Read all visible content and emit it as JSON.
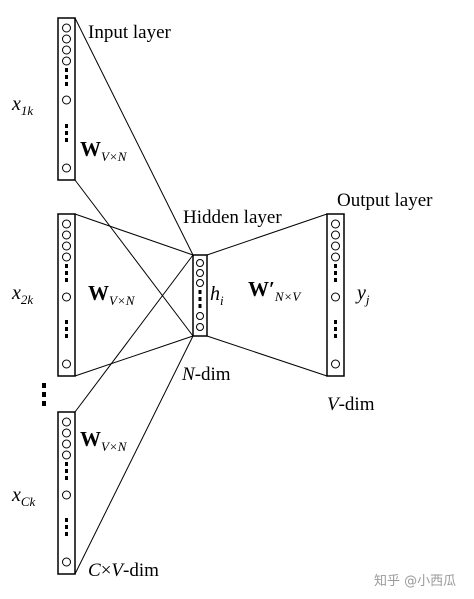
{
  "labels": {
    "input_layer": "Input layer",
    "hidden_layer": "Hidden layer",
    "output_layer": "Output layer",
    "x1k_base": "x",
    "x1k_sub": "1k",
    "x2k_base": "x",
    "x2k_sub": "2k",
    "xck_base": "x",
    "xck_sub": "Ck",
    "w_base": "W",
    "w_sub": "V×N",
    "wprime_base": "W′",
    "wprime_sub": "N×V",
    "h_base": "h",
    "h_sub": "i",
    "y_base": "y",
    "y_sub": "j",
    "n_dim_var": "N",
    "n_dim_rest": "-dim",
    "v_dim_var": "V",
    "v_dim_rest": "-dim",
    "cv_dim_var1": "C",
    "cv_dim_times": "×",
    "cv_dim_var2": "V",
    "cv_dim_rest": "-dim",
    "vdots": "⋮"
  },
  "watermark": "知乎 @小西瓜"
}
